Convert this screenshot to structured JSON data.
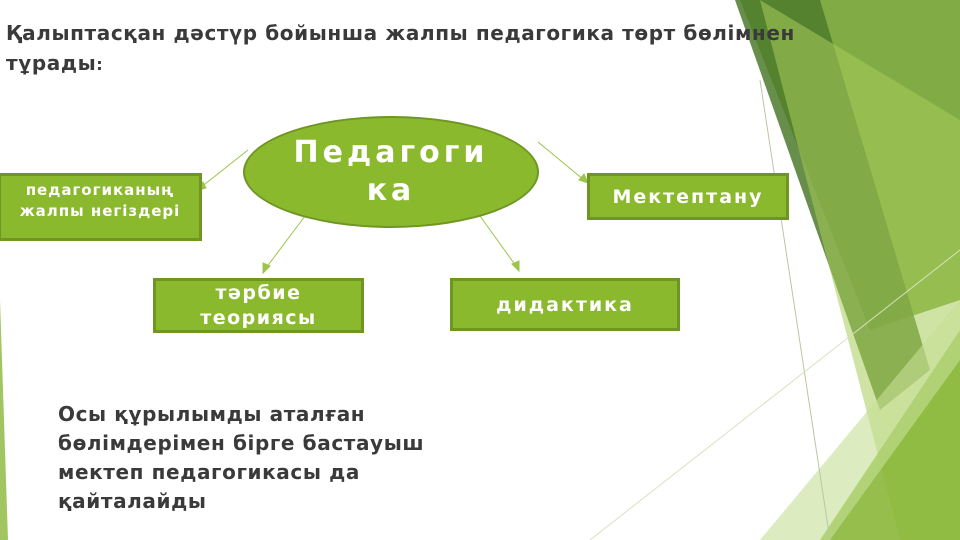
{
  "slide": {
    "title": "Қалыптасқан дәстүр бойынша жалпы педагогика төрт бөлімнен тұрады",
    "title_suffix": ":",
    "center_label": "Педагоги ка",
    "branches": {
      "left": "педагогиканың жалпы негіздері",
      "right": "Мектептану",
      "bottom_left": "тәрбие теориясы",
      "bottom_right": "дидактика"
    },
    "footer_text": "Осы құрылымды аталған бөлімдерімен бірге бастауыш мектеп педагогикасы да қайталайды"
  },
  "colors": {
    "accent": "#8bb92e",
    "accent_dark": "#6f9622",
    "text": "#3a3a3a",
    "connector": "#9cc44a"
  }
}
